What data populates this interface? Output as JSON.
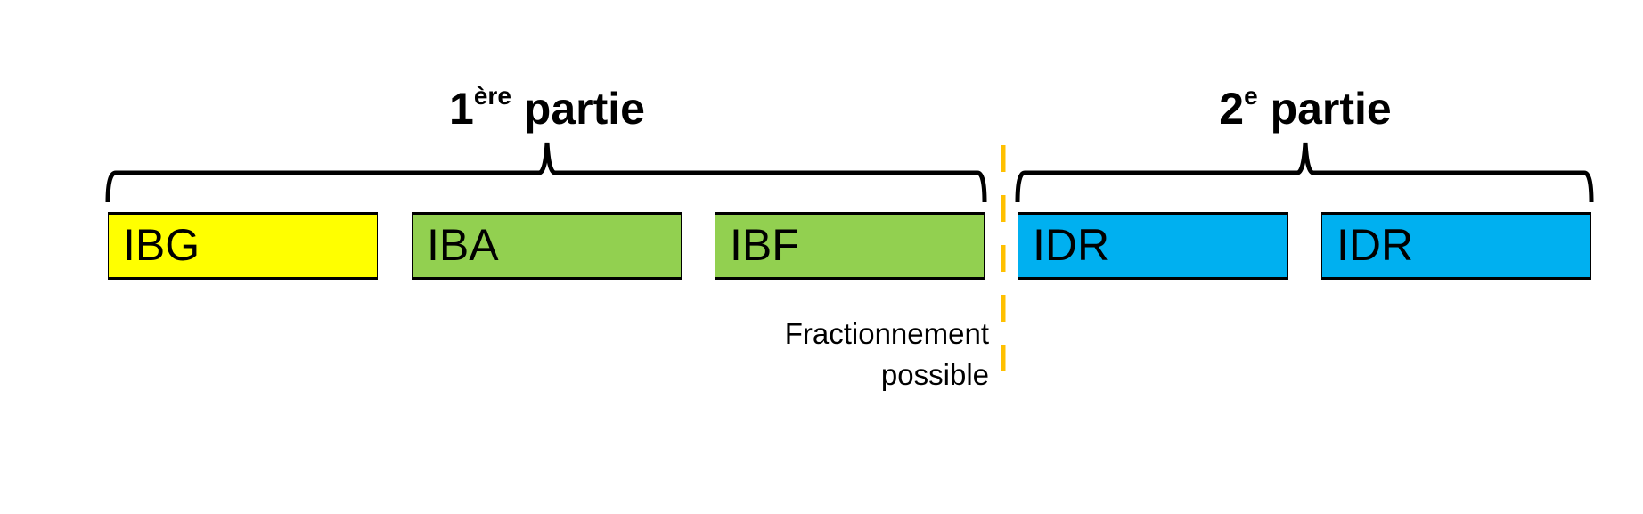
{
  "parts": [
    {
      "number": "1",
      "suffix": "ère",
      "word": "partie"
    },
    {
      "number": "2",
      "suffix": "e",
      "word": "partie"
    }
  ],
  "boxes": [
    {
      "label": "IBG",
      "color": "#ffff00"
    },
    {
      "label": "IBA",
      "color": "#92d050"
    },
    {
      "label": "IBF",
      "color": "#92d050"
    },
    {
      "label": "IDR",
      "color": "#00b0f0"
    },
    {
      "label": "IDR",
      "color": "#00b0f0"
    }
  ],
  "divider": {
    "color": "#ffc000",
    "note_line1": "Fractionnement",
    "note_line2": "possible"
  }
}
